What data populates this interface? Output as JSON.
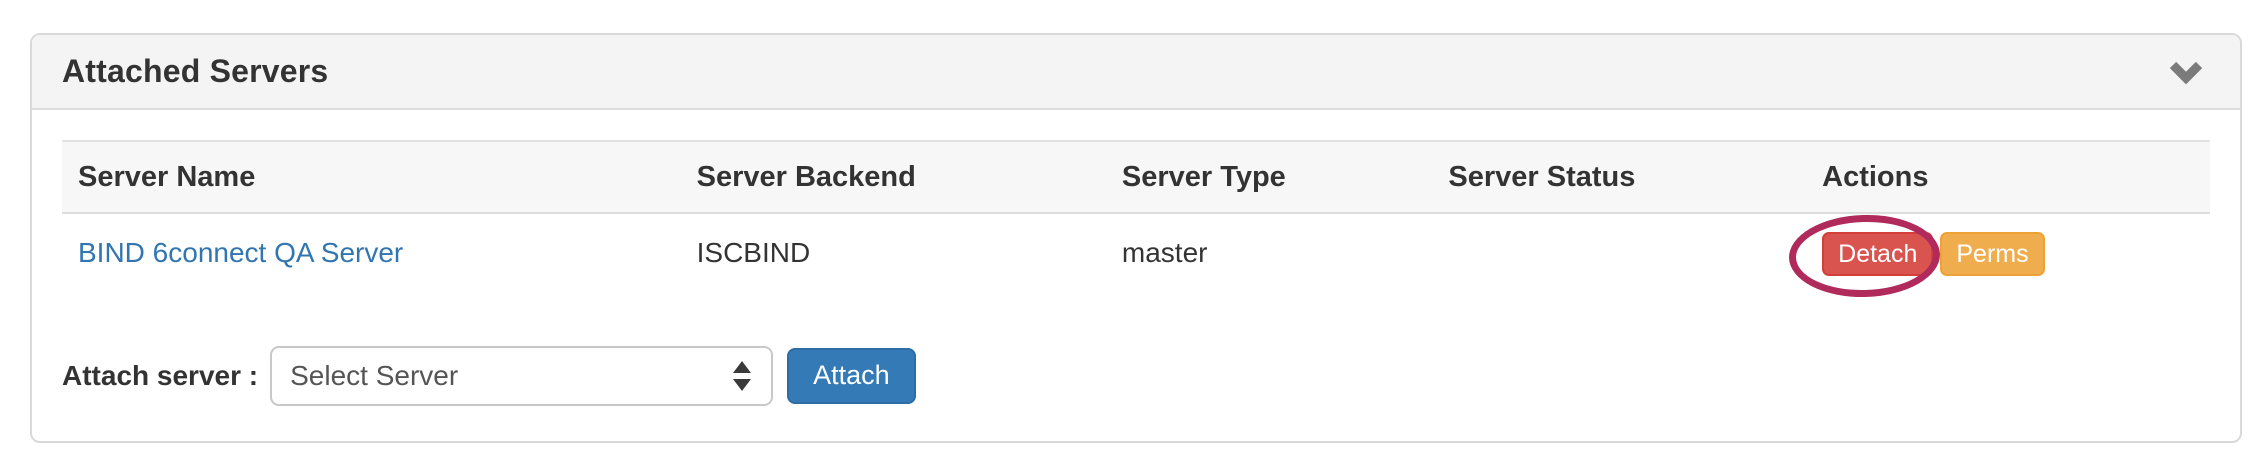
{
  "panel": {
    "title": "Attached Servers",
    "collapse_icon": "chevron-down-icon"
  },
  "table": {
    "columns": [
      "Server Name",
      "Server Backend",
      "Server Type",
      "Server Status",
      "Actions"
    ],
    "rows": [
      {
        "server_name": "BIND 6connect QA Server",
        "server_backend": "ISCBIND",
        "server_type": "master",
        "server_status": "",
        "actions": {
          "detach_label": "Detach",
          "perms_label": "Perms"
        }
      }
    ]
  },
  "attach_form": {
    "label": "Attach server :",
    "select_value": "Select Server",
    "attach_button_label": "Attach"
  },
  "annotation": {
    "shape": "ellipse",
    "target": "detach-button",
    "color": "#b02a5c"
  },
  "colors": {
    "link_blue": "#3276b1",
    "detach_red": "#d9534f",
    "perms_orange": "#f0ad4e",
    "attach_blue": "#337ab7",
    "panel_heading_bg": "#f4f4f4",
    "table_head_bg": "#f7f7f7",
    "border_gray": "#ddd"
  }
}
